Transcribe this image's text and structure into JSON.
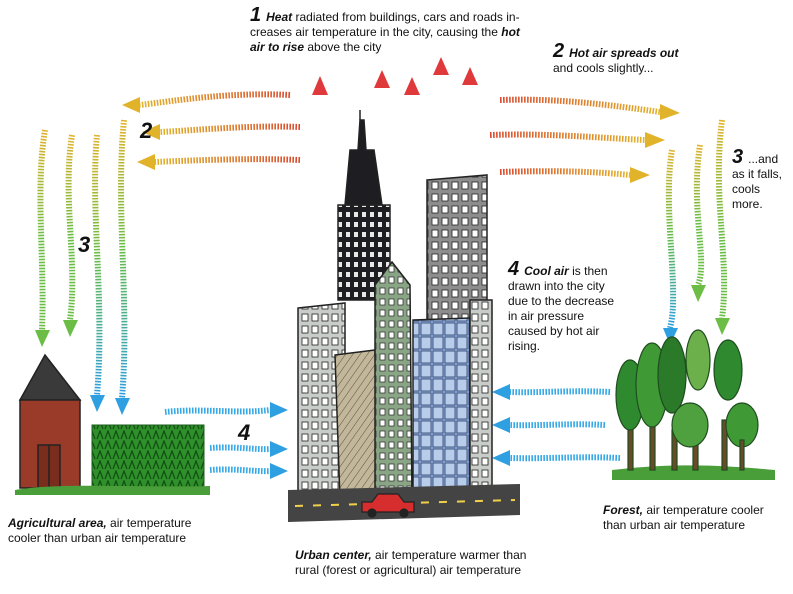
{
  "step1": {
    "number": "1",
    "key": "Heat",
    "text_a": " radiated from buildings, cars and roads in-creases air temperature in the city, causing the ",
    "key2": "hot air to rise",
    "text_b": " above the city"
  },
  "step2": {
    "number": "2",
    "key": "Hot air spreads out",
    "text": "and cools slightly..."
  },
  "step3": {
    "number": "3",
    "text": "...and as it falls, cools more."
  },
  "step4": {
    "number": "4",
    "key": "Cool air",
    "text": " is then drawn into the city due to the decrease in air pressure caused by hot air rising."
  },
  "left_labels": {
    "num2": "2",
    "num3": "3",
    "num4": "4"
  },
  "agricultural": {
    "key": "Agricultural area,",
    "text": " air temperature cooler than urban air temperature"
  },
  "forest": {
    "key": "Forest,",
    "text": " air temperature cooler than urban air temperature"
  },
  "urban": {
    "key": "Urban center,",
    "text": " air temperature warmer than rural (forest or agricultural) air temperature"
  },
  "colors": {
    "hot": "#e0393b",
    "warm": "#e07a2e",
    "mild": "#e1b32b",
    "cool_green": "#6bbd45",
    "cool_blue": "#2e9fe0"
  }
}
